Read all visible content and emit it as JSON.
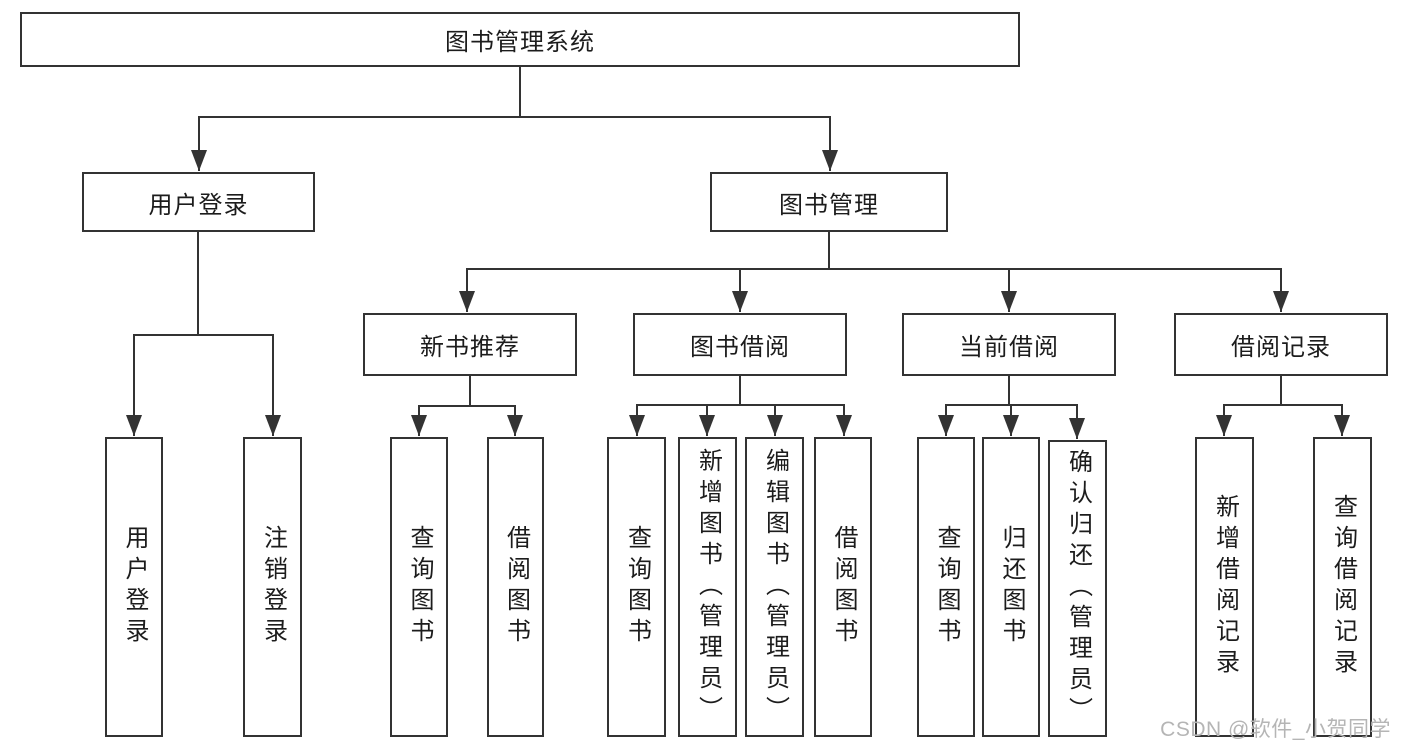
{
  "diagram": {
    "root": {
      "label": "图书管理系统"
    },
    "branches": [
      {
        "label": "用户登录",
        "leaves": [
          {
            "label": "用户登录"
          },
          {
            "label": "注销登录"
          }
        ]
      },
      {
        "label": "图书管理",
        "groups": [
          {
            "label": "新书推荐",
            "leaves": [
              {
                "label": "查询图书"
              },
              {
                "label": "借阅图书"
              }
            ]
          },
          {
            "label": "图书借阅",
            "leaves": [
              {
                "label": "查询图书"
              },
              {
                "label": "新增图书（管理员）"
              },
              {
                "label": "编辑图书（管理员）"
              },
              {
                "label": "借阅图书"
              }
            ]
          },
          {
            "label": "当前借阅",
            "leaves": [
              {
                "label": "查询图书"
              },
              {
                "label": "归还图书"
              },
              {
                "label": "确认归还（管理员）"
              }
            ]
          },
          {
            "label": "借阅记录",
            "leaves": [
              {
                "label": "新增借阅记录"
              },
              {
                "label": "查询借阅记录"
              }
            ]
          }
        ]
      }
    ]
  },
  "watermark": {
    "text": "CSDN @软件_小贺同学"
  },
  "colors": {
    "line": "#333333",
    "text": "#1c1c1c",
    "watermark": "#b5b5b5",
    "background": "#ffffff"
  }
}
